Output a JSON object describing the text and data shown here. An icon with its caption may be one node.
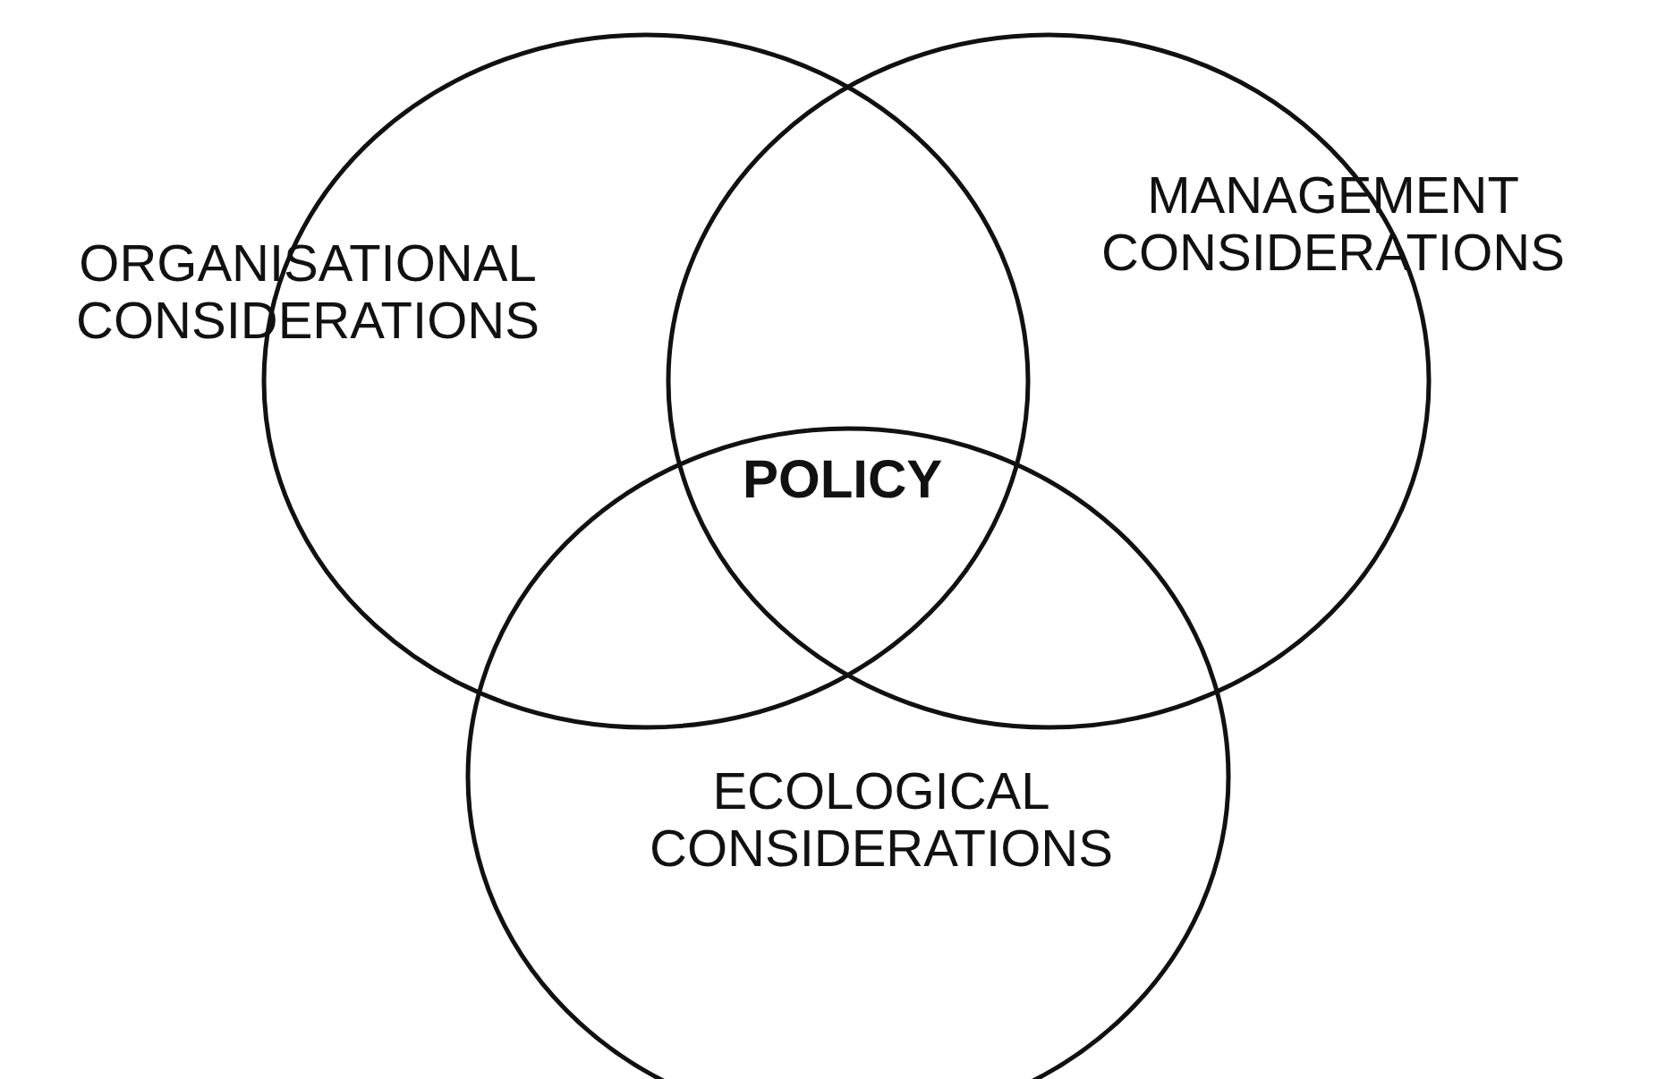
{
  "diagram": {
    "nodes": [
      {
        "text": [
          "ORGANISATIONAL CONSIDERATIONS"
        ]
      },
      {
        "text": [
          "MANAGEMENT CONSIDERATIONS"
        ]
      },
      {
        "text": [
          "ECOLOGICAL CONSIDERATIONS"
        ]
      }
    ],
    "labels": [
      "POLICY"
    ]
  }
}
